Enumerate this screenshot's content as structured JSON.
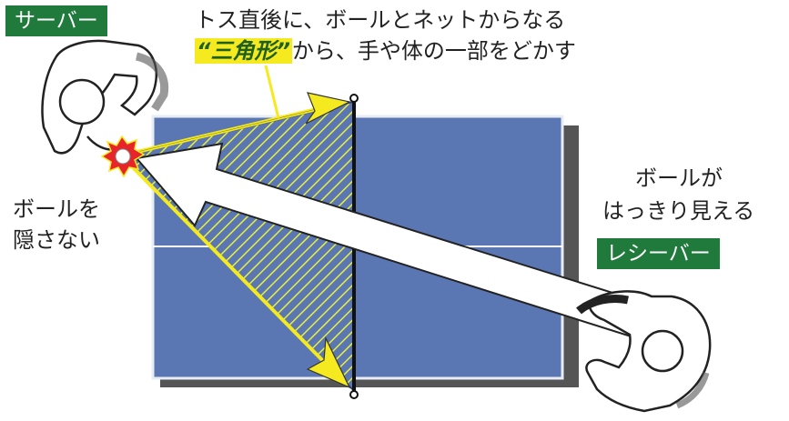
{
  "server_label": "サーバー",
  "receiver_label": "レシーバー",
  "annotation": {
    "line1": "トス直後に、ボールとネットからなる",
    "highlight": "“三角形”",
    "line2_rest": "から、手や体の一部をどかす"
  },
  "left_note": {
    "line1": "ボールを",
    "line2": "隠さない"
  },
  "right_note": {
    "line1": "ボールが",
    "line2": "はっきり見える"
  },
  "colors": {
    "table": "#5b77b3",
    "table_border": "#e8edf5",
    "badge": "#1f7a3c",
    "arrow_yellow": "#f5ea1f",
    "ball_red": "#e8242b",
    "highlight": "#f5ea1f"
  }
}
